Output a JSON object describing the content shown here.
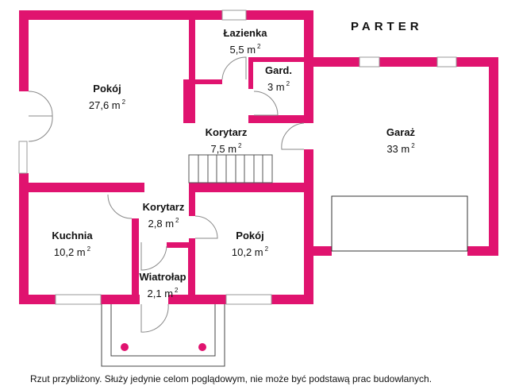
{
  "title": "PARTER",
  "wall_color": "#E0136F",
  "rooms": [
    {
      "name": "Pokój",
      "area": "27,6 m",
      "unit_exp": "2"
    },
    {
      "name": "Łazienka",
      "area": "5,5 m",
      "unit_exp": "2"
    },
    {
      "name": "Gard.",
      "area": "3 m",
      "unit_exp": "2"
    },
    {
      "name": "Korytarz",
      "area": "7,5 m",
      "unit_exp": "2"
    },
    {
      "name": "Garaż",
      "area": "33 m",
      "unit_exp": "2"
    },
    {
      "name": "Korytarz",
      "area": "2,8 m",
      "unit_exp": "2"
    },
    {
      "name": "Kuchnia",
      "area": "10,2 m",
      "unit_exp": "2"
    },
    {
      "name": "Pokój",
      "area": "10,2 m",
      "unit_exp": "2"
    },
    {
      "name": "Wiatrołap",
      "area": "2,1 m",
      "unit_exp": "2"
    }
  ],
  "note": "Rzut przybliżony. Służy jedynie celom poglądowym, nie może być podstawą prac budowlanych."
}
